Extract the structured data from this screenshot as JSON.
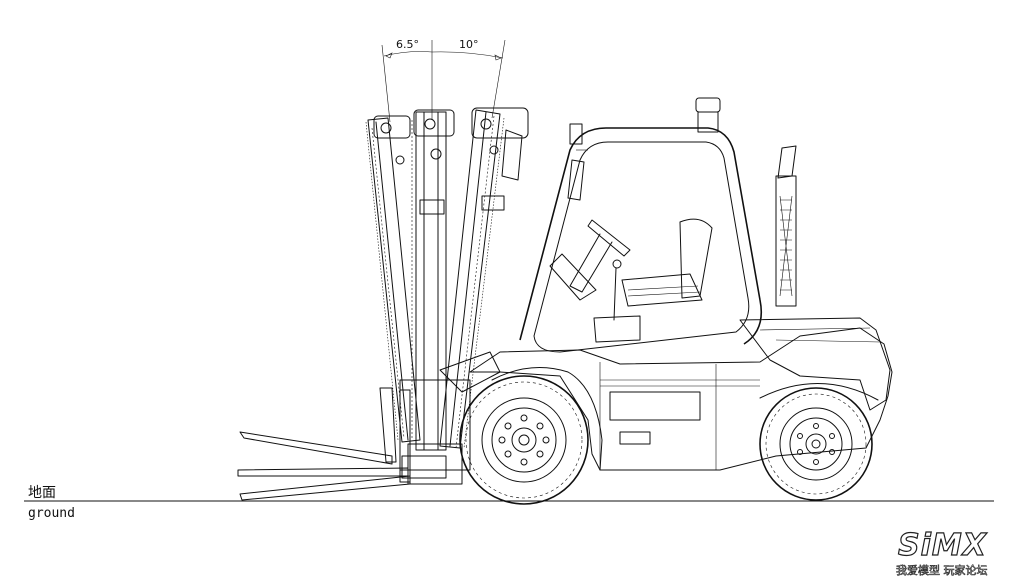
{
  "tilt": {
    "forward_label": "6.5°",
    "backward_label": "10°"
  },
  "ground": {
    "label_cn": "地面",
    "label_en": "ground"
  },
  "watermark": {
    "logo_text": "SiMX",
    "caption": "我爱模型 玩家论坛"
  }
}
